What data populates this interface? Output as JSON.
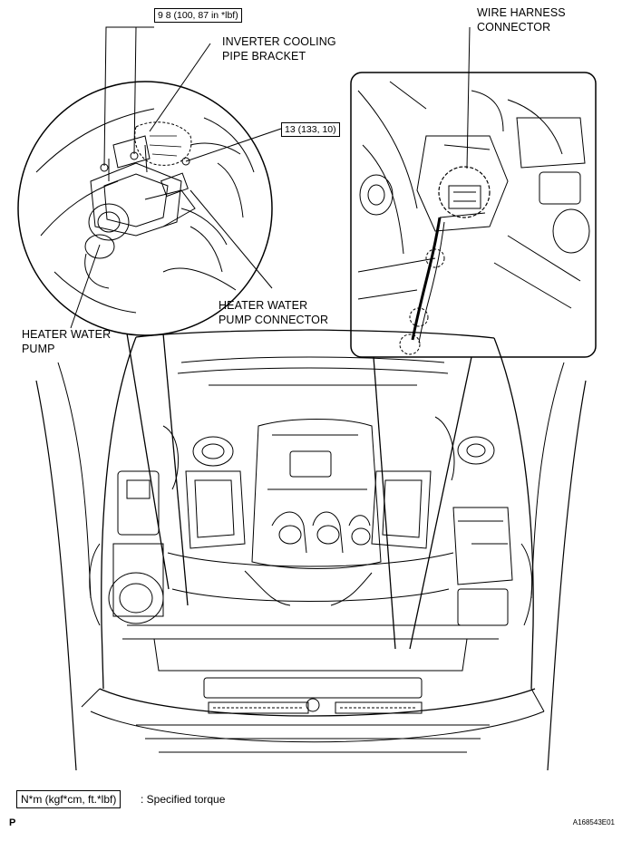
{
  "labels": {
    "torque_small": "9 8 (100, 87 in *lbf)",
    "inverter_bracket_line1": "INVERTER COOLING",
    "inverter_bracket_line2": "PIPE BRACKET",
    "torque_large": "13 (133, 10)",
    "wire_harness_line1": "WIRE HARNESS",
    "wire_harness_line2": "CONNECTOR",
    "pump_connector_line1": "HEATER WATER",
    "pump_connector_line2": "PUMP CONNECTOR",
    "pump_line1": "HEATER WATER",
    "pump_line2": "PUMP"
  },
  "legend": {
    "box": "N*m (kgf*cm, ft.*lbf)",
    "text": ": Specified torque"
  },
  "footer": {
    "page_marker": "P",
    "figure_code": "A168543E01"
  }
}
